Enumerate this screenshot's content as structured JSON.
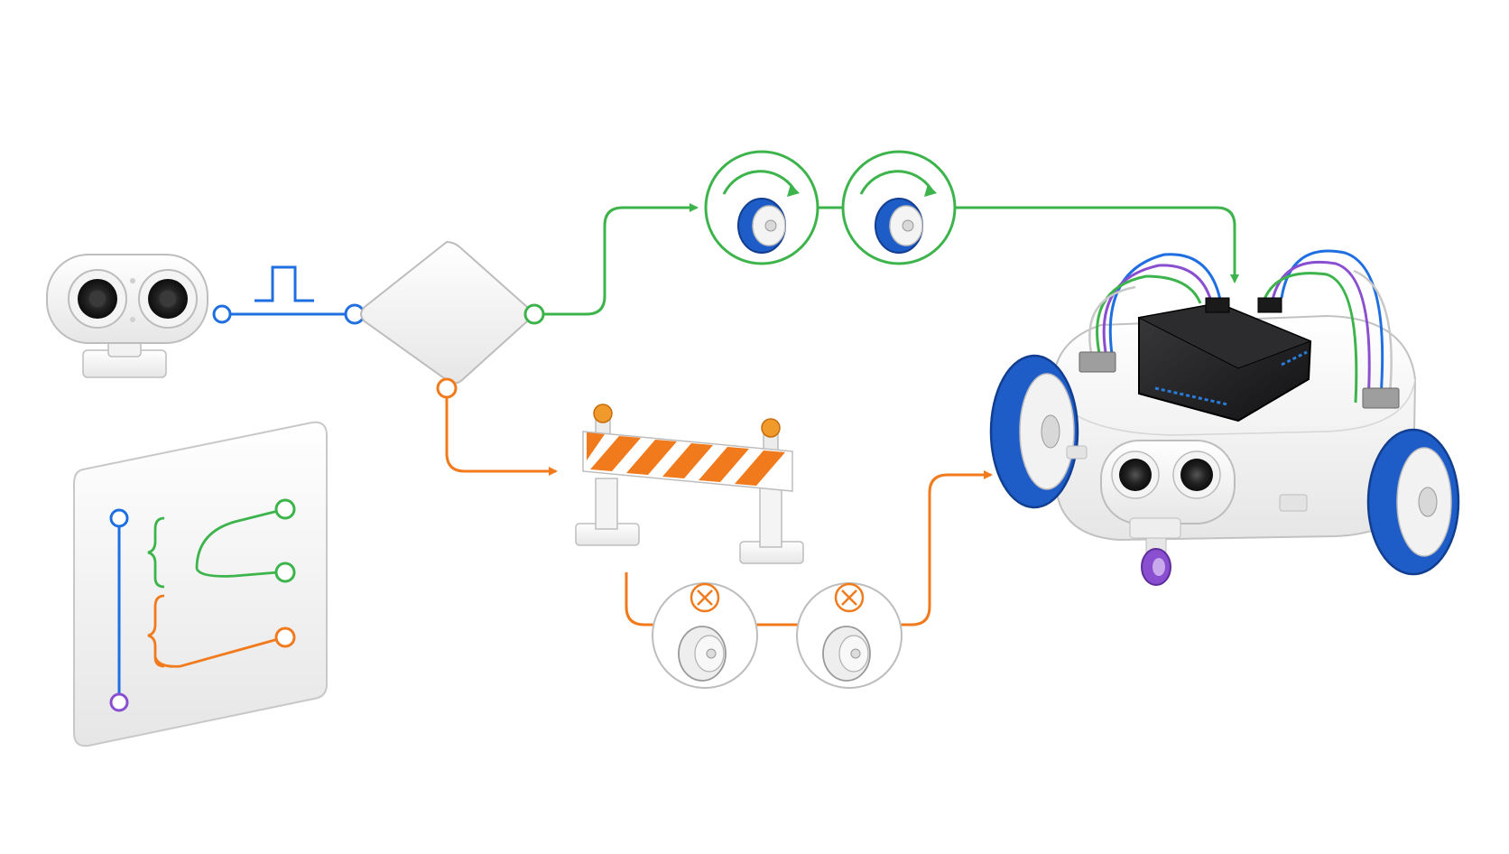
{
  "diagram": {
    "description_labels": [],
    "colors": {
      "signal": "#1f6fe0",
      "path_clear": "#3cb44b",
      "path_obstacle": "#f07a1c",
      "wheel_blue": "#1e5cc8",
      "wire_purple": "#8a4fd0",
      "board_black": "#1c1c1e",
      "panel_white": "#f7f7f7",
      "outline_gray": "#c8c8c8"
    },
    "nodes": [
      {
        "id": "ultrasonic-sensor",
        "icon": "ultrasonic-sensor-icon"
      },
      {
        "id": "pulse-signal",
        "icon": "square-pulse-icon"
      },
      {
        "id": "decision",
        "icon": "decision-diamond-icon"
      },
      {
        "id": "wheels-forward",
        "icon": "rotating-wheel-icon",
        "count": 2
      },
      {
        "id": "obstacle-barrier",
        "icon": "road-barrier-icon"
      },
      {
        "id": "wheels-stopped",
        "icon": "stopped-wheel-icon",
        "count": 2
      },
      {
        "id": "robot-car",
        "icon": "robot-car-icon"
      },
      {
        "id": "branch-code-card",
        "icon": "if-else-branch-icon"
      }
    ],
    "edges": [
      {
        "from": "ultrasonic-sensor",
        "to": "decision",
        "color": "signal"
      },
      {
        "from": "decision",
        "to": "wheels-forward",
        "color": "path_clear"
      },
      {
        "from": "wheels-forward",
        "to": "robot-car",
        "color": "path_clear"
      },
      {
        "from": "decision",
        "to": "obstacle-barrier",
        "color": "path_obstacle"
      },
      {
        "from": "obstacle-barrier",
        "to": "wheels-stopped",
        "color": "path_obstacle"
      },
      {
        "from": "wheels-stopped",
        "to": "robot-car",
        "color": "path_obstacle"
      }
    ]
  }
}
